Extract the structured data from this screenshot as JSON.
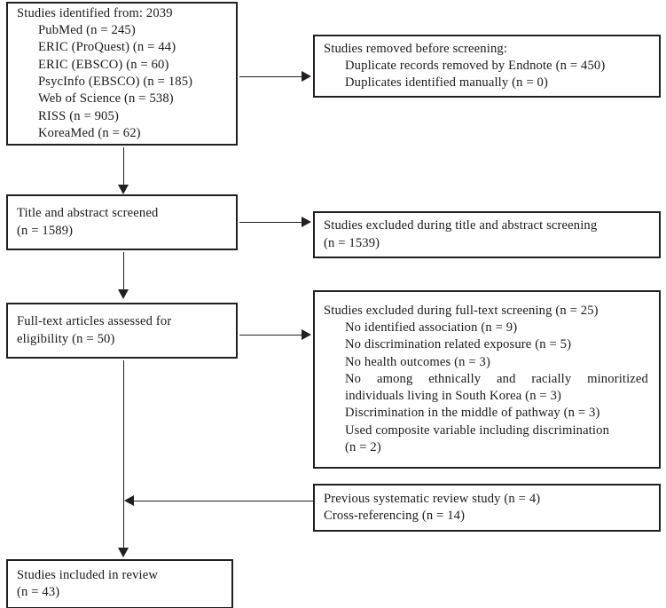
{
  "title": "PRISMA flow diagram",
  "boxes": {
    "identification": {
      "name": "studies-identified",
      "lines": [
        "Studies identified from: 2039",
        "PubMed (n = 245)",
        "ERIC (ProQuest) (n = 44)",
        "ERIC (EBSCO) (n = 60)",
        "PsycInfo (EBSCO) (n = 185)",
        "Web of Science (n = 538)",
        "RISS (n = 905)",
        "KoreaMed (n = 62)"
      ],
      "total": 2039,
      "sources": [
        {
          "label": "PubMed",
          "n": 245
        },
        {
          "label": "ERIC (ProQuest)",
          "n": 44
        },
        {
          "label": "ERIC (EBSCO)",
          "n": 60
        },
        {
          "label": "PsycInfo (EBSCO)",
          "n": 185
        },
        {
          "label": "Web of Science",
          "n": 538
        },
        {
          "label": "RISS",
          "n": 905
        },
        {
          "label": "KoreaMed",
          "n": 62
        }
      ]
    },
    "removed_before_screening": {
      "name": "studies-removed-before-screening",
      "lines": [
        "Studies removed before screening:",
        "Duplicate records removed by Endnote (n = 450)",
        "Duplicates identified manually (n = 0)"
      ],
      "items": [
        {
          "label": "Duplicate records removed by Endnote",
          "n": 450
        },
        {
          "label": "Duplicates identified manually",
          "n": 0
        }
      ]
    },
    "screened": {
      "name": "title-abstract-screened",
      "lines": [
        "Title and abstract screened",
        "(n = 1589)"
      ],
      "n": 1589
    },
    "excluded_title_abstract": {
      "name": "excluded-title-abstract",
      "lines": [
        "Studies excluded during title and abstract screening",
        "(n = 1539)"
      ],
      "n": 1539
    },
    "fulltext": {
      "name": "fulltext-assessed",
      "lines": [
        "Full-text articles assessed for",
        "eligibility (n = 50)"
      ],
      "n": 50
    },
    "excluded_fulltext": {
      "name": "excluded-fulltext",
      "header": "Studies excluded during full-text screening (n = 25)",
      "n": 25,
      "lines": [
        "No identified association (n = 9)",
        "No discrimination related exposure (n = 5)",
        "No health outcomes (n = 3)",
        "No among ethnically and racially minoritized",
        "individuals living in South Korea (n = 3)",
        "Discrimination in the middle of pathway (n = 3)",
        "Used composite variable including discrimination",
        "(n = 2)"
      ],
      "reasons": [
        {
          "label": "No identified association",
          "n": 9
        },
        {
          "label": "No discrimination related exposure",
          "n": 5
        },
        {
          "label": "No health outcomes",
          "n": 3
        },
        {
          "label": "No among ethnically and racially minoritized individuals living in South Korea",
          "n": 3
        },
        {
          "label": "Discrimination in the middle of pathway",
          "n": 3
        },
        {
          "label": "Used composite variable including discrimination",
          "n": 2
        }
      ]
    },
    "other_sources": {
      "name": "records-from-other-sources",
      "lines": [
        "Previous systematic review study (n = 4)",
        "Cross-referencing (n = 14)"
      ],
      "items": [
        {
          "label": "Previous systematic review study",
          "n": 4
        },
        {
          "label": "Cross-referencing",
          "n": 14
        }
      ]
    },
    "included": {
      "name": "studies-included",
      "lines": [
        "Studies included in review",
        "(n = 43)"
      ],
      "n": 43
    }
  },
  "colors": {
    "border": "#231f20",
    "text": "#1a1a1a",
    "background": "#ffffff"
  }
}
